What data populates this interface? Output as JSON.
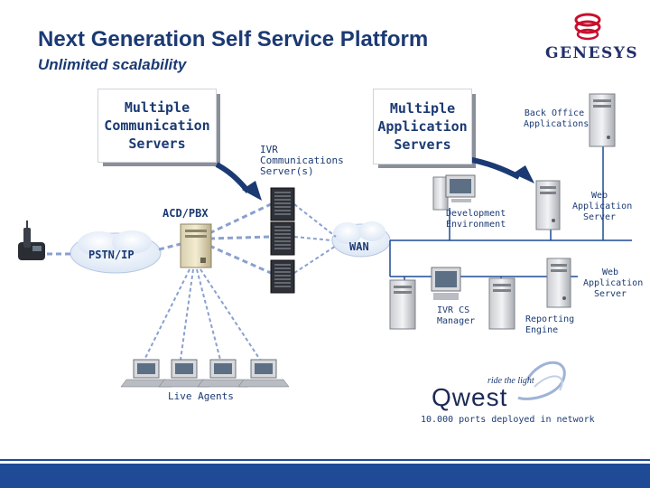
{
  "header": {
    "title": "Next Generation Self Service Platform",
    "subtitle": "Unlimited scalability",
    "logo_text": "GENESYS"
  },
  "callouts": {
    "comm_servers": [
      "Multiple",
      "Communication",
      "Servers"
    ],
    "app_servers": [
      "Multiple",
      "Application",
      "Servers"
    ]
  },
  "labels": {
    "ivr_comm": [
      "IVR",
      "Communications",
      "Server(s)"
    ],
    "back_office": [
      "Back Office",
      "Applications"
    ],
    "acd_pbx": "ACD/PBX",
    "pstn_ip": "PSTN/IP",
    "wan": "WAN",
    "dev_env": [
      "Development",
      "Environment"
    ],
    "web_app_1": [
      "Web",
      "Application",
      "Server"
    ],
    "web_app_2": [
      "Web",
      "Application",
      "Server"
    ],
    "ivr_cs_mgr": [
      "IVR CS",
      "Manager"
    ],
    "reporting": [
      "Reporting",
      "Engine"
    ],
    "live_agents": "Live Agents"
  },
  "partner": {
    "tagline": "ride the light",
    "brand": "Qwest",
    "ports_note": "10.000 ports deployed in network"
  },
  "colors": {
    "title": "#1b3a73",
    "dashed_line": "#8aa0d0",
    "wan_line": "#1e4a96",
    "arrow": "#1b3a73",
    "bottom_bar": "#1e4a96",
    "genesys_red": "#c8102e"
  }
}
